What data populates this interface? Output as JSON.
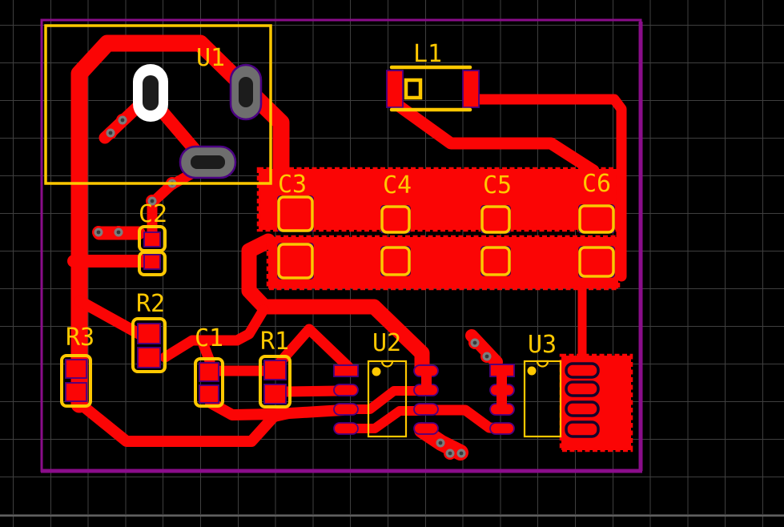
{
  "colors": {
    "background": "#000000",
    "grid": "#3f3f3f",
    "grid_bright": "#5f5f5f",
    "copper": "#fb0505",
    "silkscreen": "#ffc800",
    "board_outline": "#8a0d8a",
    "pad_outline": "#4b0082",
    "pad_dark": "#1f0933",
    "hole": "#1c1c1c",
    "via_ring": "#7d7d7d",
    "via_hole": "#383838",
    "tht_white": "#ffffff",
    "tht_gray": "#6e6e6e"
  },
  "components": [
    {
      "refdes": "U1"
    },
    {
      "refdes": "L1"
    },
    {
      "refdes": "C2"
    },
    {
      "refdes": "C3"
    },
    {
      "refdes": "C4"
    },
    {
      "refdes": "C5"
    },
    {
      "refdes": "C6"
    },
    {
      "refdes": "R3"
    },
    {
      "refdes": "R2"
    },
    {
      "refdes": "C1"
    },
    {
      "refdes": "R1"
    },
    {
      "refdes": "U2"
    },
    {
      "refdes": "U3"
    }
  ]
}
